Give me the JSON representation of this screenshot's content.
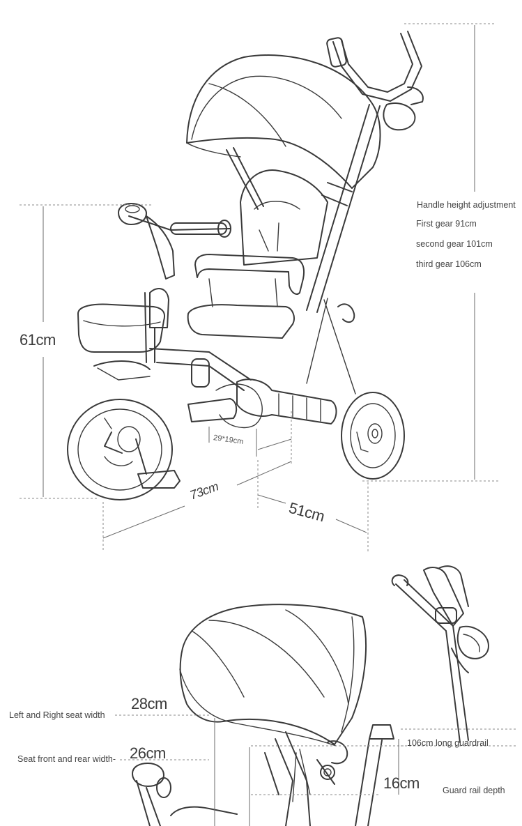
{
  "dimensions": {
    "height": "61cm",
    "length": "73cm",
    "width": "51cm",
    "footrest": "29*19cm"
  },
  "handle_adjustment": {
    "title": "Handle height adjustment",
    "gears": [
      "First gear 91cm",
      "second gear 101cm",
      "third gear 106cm"
    ]
  },
  "seat": {
    "lr_value": "28cm",
    "lr_label": "Left and Right seat width",
    "fr_value": "26cm",
    "fr_label": "Seat front and rear width-"
  },
  "guardrail": {
    "long_label": "106cm long guardrail",
    "depth_value": "16cm",
    "depth_label": "Guard rail depth"
  },
  "colors": {
    "line": "#3a3a3a",
    "dimension": "#6a6a6a",
    "background": "#ffffff"
  }
}
